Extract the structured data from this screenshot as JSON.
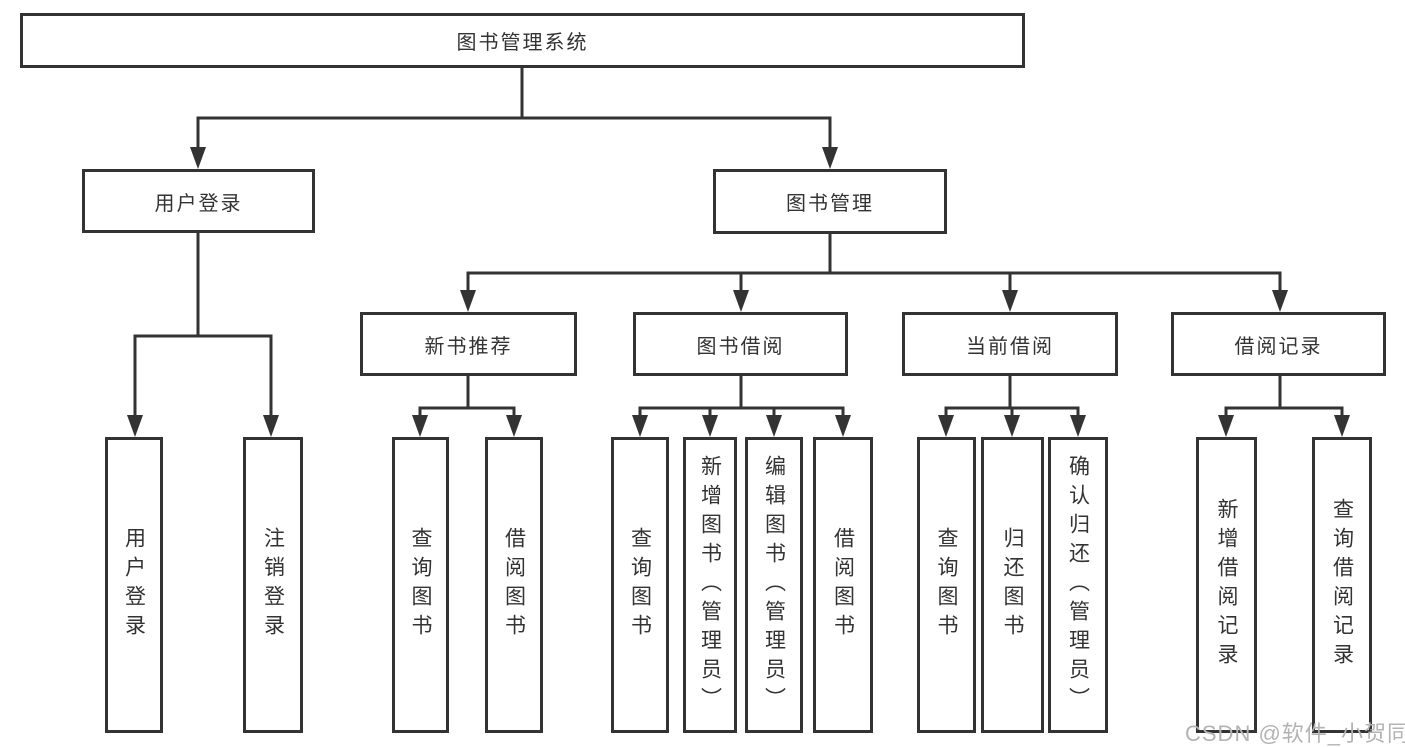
{
  "colors": {
    "line": "#333333",
    "node_border": "#333333",
    "node_text": "#333333",
    "background": "#ffffff",
    "watermark_text_color": "#b3b3b3"
  },
  "tree": {
    "root": {
      "label": "图书管理系统"
    },
    "branches": [
      {
        "label": "用户登录",
        "children": [
          {
            "label": "用户登录"
          },
          {
            "label": "注销登录"
          }
        ]
      },
      {
        "label": "图书管理",
        "children": [
          {
            "label": "新书推荐",
            "children": [
              {
                "label": "查询图书"
              },
              {
                "label": "借阅图书"
              }
            ]
          },
          {
            "label": "图书借阅",
            "children": [
              {
                "label": "查询图书"
              },
              {
                "label": "新增图书（管理员）"
              },
              {
                "label": "编辑图书（管理员）"
              },
              {
                "label": "借阅图书"
              }
            ]
          },
          {
            "label": "当前借阅",
            "children": [
              {
                "label": "查询图书"
              },
              {
                "label": "归还图书"
              },
              {
                "label": "确认归还（管理员）"
              }
            ]
          },
          {
            "label": "借阅记录",
            "children": [
              {
                "label": "新增借阅记录"
              },
              {
                "label": "查询借阅记录"
              }
            ]
          }
        ]
      }
    ]
  },
  "watermark": {
    "text": "CSDN @软件_小贺同学"
  }
}
